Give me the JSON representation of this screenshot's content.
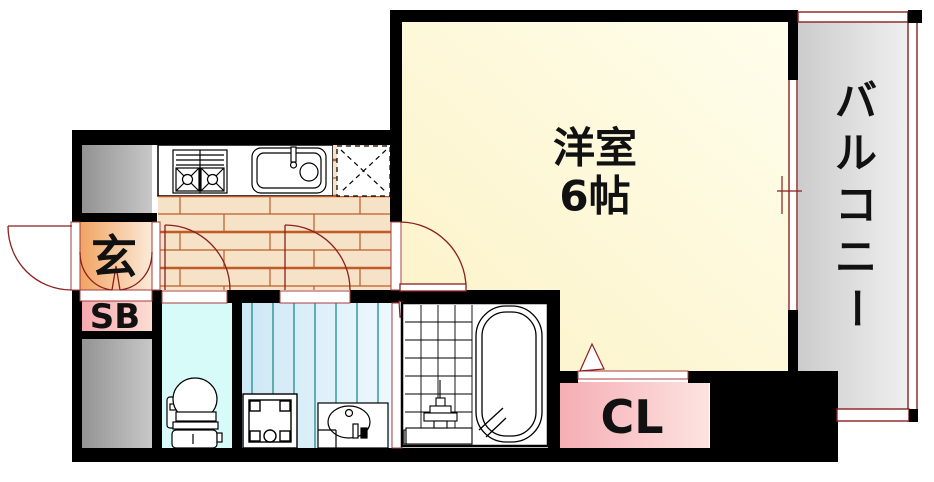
{
  "plan": {
    "type": "apartment-floor-plan",
    "rooms": {
      "western_room": {
        "label": "洋室",
        "size_label": "6帖",
        "floor_color": "#fdf6cf"
      },
      "balcony": {
        "label": "バルコニー",
        "chars": [
          "バ",
          "ル",
          "コ",
          "ニ",
          "ー"
        ],
        "floor_color": "#d9d9d9"
      },
      "entrance": {
        "label": "玄",
        "floor_color": "#f4ad70"
      },
      "shoe_box": {
        "label": "SB",
        "floor_color": "#f7b0b4"
      },
      "closet": {
        "label": "CL",
        "floor_color": "#f7b4b9"
      },
      "toilet_room": {
        "floor_color": "#d6fbf9"
      },
      "washroom": {
        "floor_color": "#d9ecf8"
      },
      "bathroom": {
        "floor_color": "#ffffff"
      },
      "hall_kitchen": {
        "floor_color": "#f6e2c6"
      }
    },
    "fixtures": [
      {
        "name": "gas-stove-icon"
      },
      {
        "name": "kitchen-sink-icon"
      },
      {
        "name": "refrigerator-space-icon"
      },
      {
        "name": "toilet-icon"
      },
      {
        "name": "washing-machine-pan-icon"
      },
      {
        "name": "vanity-sink-icon"
      },
      {
        "name": "bathtub-icon"
      },
      {
        "name": "shower-faucet-icon"
      }
    ],
    "colors": {
      "wall": "#000000",
      "fixture_line": "#8b1f1f",
      "wood_line": "#bf5b28",
      "stripe_line": "#2a9390",
      "railing_line": "#8b1f1f"
    }
  }
}
